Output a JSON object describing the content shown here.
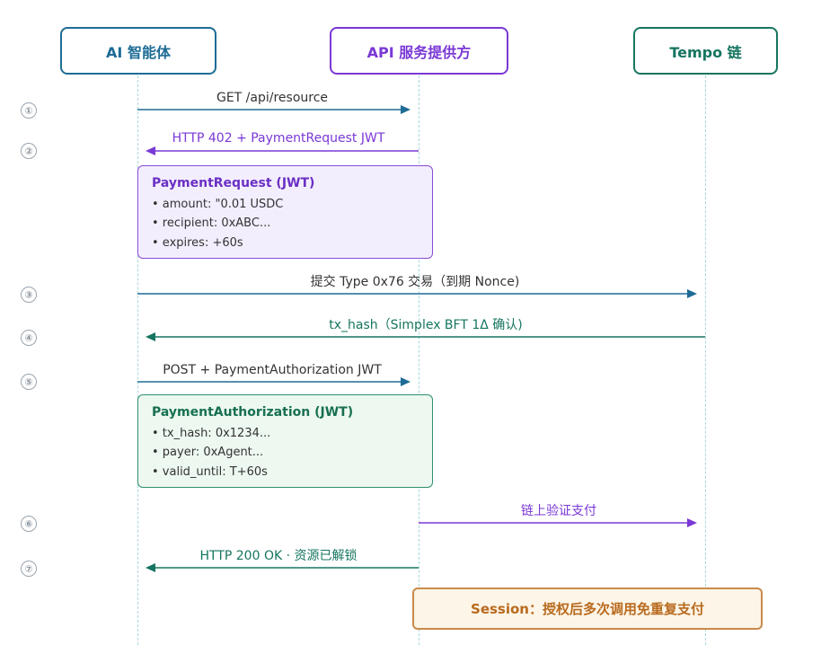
{
  "actors": [
    {
      "name": "AI 智能体",
      "color": "#1e6c96",
      "bg": "#ffffff"
    },
    {
      "name": "API 服务提供方",
      "color": "#7a38d6",
      "bg": "#ffffff"
    },
    {
      "name": "Tempo 链",
      "color": "#167560",
      "bg": "#ffffff"
    }
  ],
  "steps": [
    "①",
    "②",
    "③",
    "④",
    "⑤",
    "⑥",
    "⑦"
  ],
  "messages": [
    {
      "label": "GET /api/resource",
      "from": 0,
      "to": 1,
      "color": "#1e6c96",
      "label_color": "#333333"
    },
    {
      "label": "HTTP 402 + PaymentRequest JWT",
      "from": 1,
      "to": 0,
      "color": "#7a38d6",
      "label_color": "#7a38d6"
    },
    {
      "label": "提交 Type 0x76 交易（到期 Nonce)",
      "from": 0,
      "to": 2,
      "color": "#1e6c96",
      "label_color": "#333333"
    },
    {
      "label": "tx_hash（Simplex BFT 1Δ 确认)",
      "from": 2,
      "to": 0,
      "color": "#167560",
      "label_color": "#167560"
    },
    {
      "label": "POST + PaymentAuthorization JWT",
      "from": 0,
      "to": 1,
      "color": "#1e6c96",
      "label_color": "#333333"
    },
    {
      "label": "链上验证支付",
      "from": 1,
      "to": 2,
      "color": "#7a38d6",
      "label_color": "#7a38d6"
    },
    {
      "label": "HTTP 200 OK · 资源已解锁",
      "from": 1,
      "to": 0,
      "color": "#167560",
      "label_color": "#167560"
    }
  ],
  "notes": {
    "payment_request": {
      "title": "PaymentRequest (JWT)",
      "items": [
        "• amount: \"0.01 USDC",
        "• recipient: 0xABC...",
        "• expires: +60s"
      ],
      "border": "#8a4bd6",
      "bg": "#f3eefd",
      "title_color": "#6a2fc4"
    },
    "payment_authorization": {
      "title": "PaymentAuthorization (JWT)",
      "items": [
        "• tx_hash: 0x1234...",
        "• payer: 0xAgent...",
        "• valid_until: T+60s"
      ],
      "border": "#2f8f6e",
      "bg": "#edf8f1",
      "title_color": "#17704f"
    },
    "session": {
      "label": "Session：授权后多次调用免重复支付"
    }
  }
}
